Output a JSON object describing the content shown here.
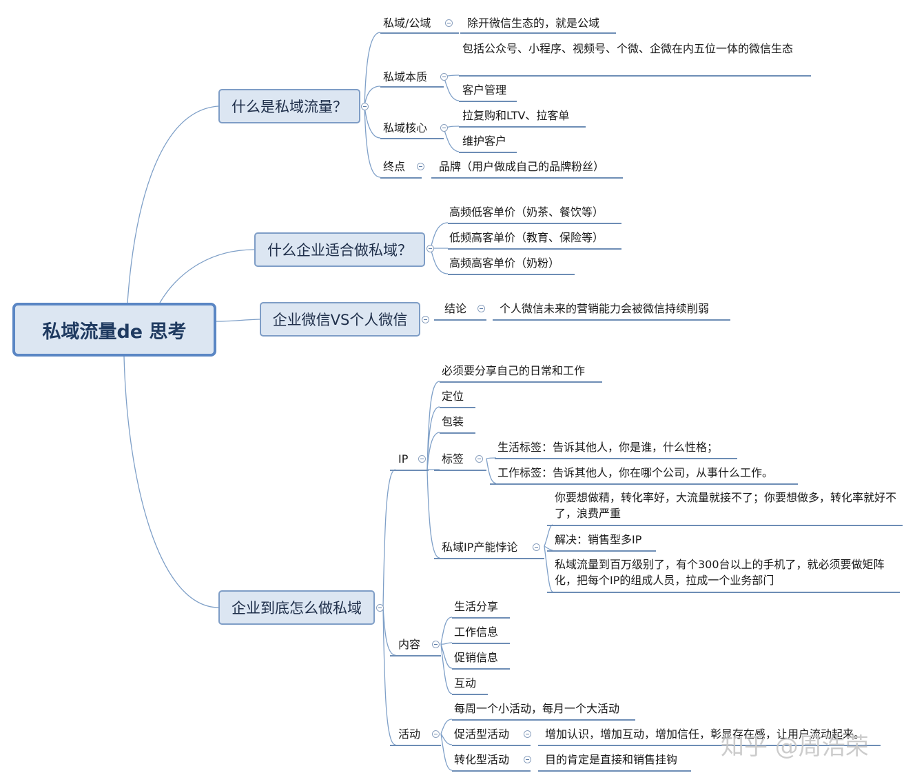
{
  "root": "私域流量de 思考",
  "branches": {
    "b1": {
      "title": "什么是私域流量？",
      "c1": {
        "label": "私域/公域",
        "d1": "除开微信生态的，就是公域"
      },
      "c2": {
        "label": "私域本质",
        "d1": "包括公众号、小程序、视频号、个微、企微在内五位一体的微信生态",
        "d2": "客户管理"
      },
      "c3": {
        "label": "私域核心",
        "d1": "拉复购和LTV、拉客单",
        "d2": "维护客户"
      },
      "c4": {
        "label": "终点",
        "d1": "品牌（用户做成自己的品牌粉丝）"
      }
    },
    "b2": {
      "title": "什么企业适合做私域？",
      "c1": "高频低客单价（奶茶、餐饮等）",
      "c2": "低频高客单价（教育、保险等）",
      "c3": "高频高客单价（奶粉）"
    },
    "b3": {
      "title": "企业微信VS个人微信",
      "c1": {
        "label": "结论",
        "d1": "个人微信未来的营销能力会被微信持续削弱"
      }
    },
    "b4": {
      "title": "企业到底怎么做私域",
      "ip": {
        "label": "IP",
        "share": "必须要分享自己的日常和工作",
        "position": "定位",
        "pack": "包装",
        "tag": {
          "label": "标签",
          "life": "生活标签：告诉其他人，你是谁，什么性格；",
          "work": "工作标签：告诉其他人，你在哪个公司，从事什么工作。"
        },
        "paradox": {
          "label": "私域IP产能悖论",
          "d1": "你要想做精，转化率好，大流量就接不了；你要想做多，转化率就好不了，浪费严重",
          "d2": "解决：销售型多IP",
          "d3": "私域流量到百万级别了，有个300台以上的手机了，就必须要做矩阵化，把每个IP的组成人员，拉成一个业务部门"
        }
      },
      "content": {
        "label": "内容",
        "c1": "生活分享",
        "c2": "工作信息",
        "c3": "促销信息",
        "c4": "互动"
      },
      "activity": {
        "label": "活动",
        "c1": "每周一个小活动，每月一个大活动",
        "c2": {
          "label": "促活型活动",
          "d1": "增加认识，增加互动，增加信任，彰显存在感，让用户流动起来。"
        },
        "c3": {
          "label": "转化型活动",
          "d1": "目的肯定是直接和销售挂钩"
        }
      }
    }
  },
  "watermark": "知乎 @周浩荣"
}
